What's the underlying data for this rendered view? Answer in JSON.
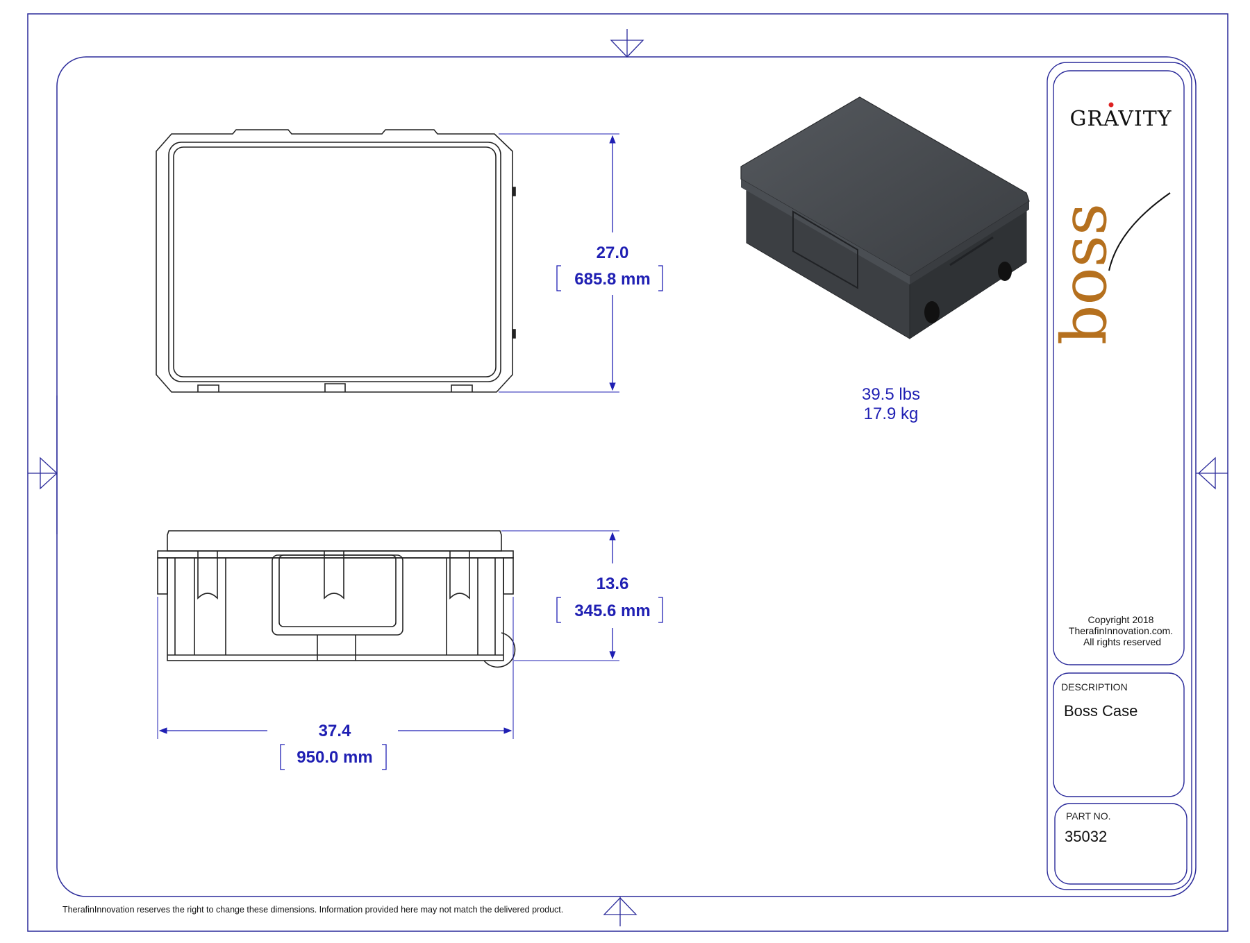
{
  "brand": {
    "company_logo_text": "GRAVITY",
    "product_logo_text": "boss"
  },
  "views": {
    "top": {
      "height_in": "27.0",
      "height_mm": "685.8 mm"
    },
    "side": {
      "height_in": "13.6",
      "height_mm": "345.6 mm",
      "width_in": "37.4",
      "width_mm": "950.0 mm"
    }
  },
  "weight": {
    "lbs": "39.5 lbs",
    "kg": "17.9 kg"
  },
  "copyright": {
    "line1": "Copyright 2018",
    "line2": "TherafinInnovation.com.",
    "line3": "All rights reserved"
  },
  "title_block": {
    "description_label": "DESCRIPTION",
    "description_value": "Boss Case",
    "part_label": "PART NO.",
    "part_value": "35032"
  },
  "footer": {
    "disclaimer": "TherafinInnovation reserves the right to change these dimensions.  Information provided here may not match the delivered product."
  },
  "colors": {
    "border": "#2a2a9a",
    "dimension": "#1f1fb3",
    "product_logo": "#b5701e",
    "case_body": "#3f4348"
  }
}
